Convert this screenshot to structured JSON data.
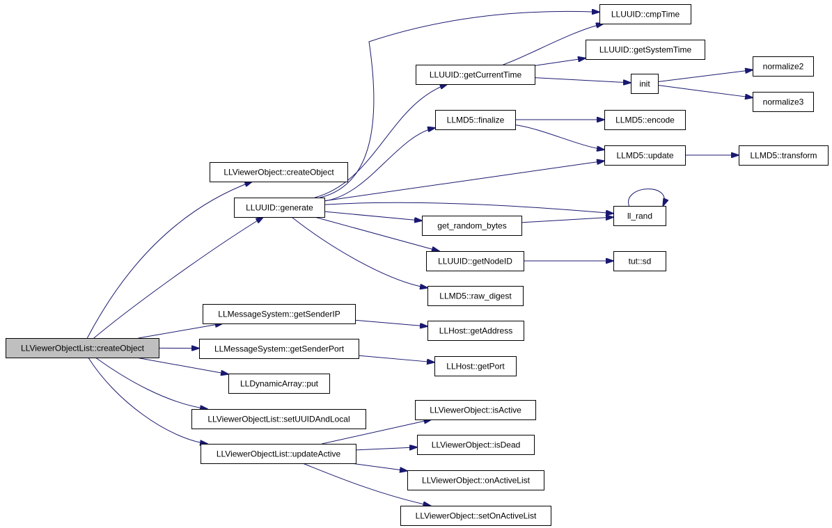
{
  "diagram": {
    "nodes": [
      {
        "id": "root",
        "label": "LLViewerObjectList::createObject",
        "root": true
      },
      {
        "id": "vo_create",
        "label": "LLViewerObject::createObject"
      },
      {
        "id": "uuid_generate",
        "label": "LLUUID::generate"
      },
      {
        "id": "cmpTime",
        "label": "LLUUID::cmpTime"
      },
      {
        "id": "getSystemTime",
        "label": "LLUUID::getSystemTime"
      },
      {
        "id": "getCurrentTime",
        "label": "LLUUID::getCurrentTime"
      },
      {
        "id": "init",
        "label": "init"
      },
      {
        "id": "normalize2",
        "label": "normalize2"
      },
      {
        "id": "normalize3",
        "label": "normalize3"
      },
      {
        "id": "md5_finalize",
        "label": "LLMD5::finalize"
      },
      {
        "id": "md5_encode",
        "label": "LLMD5::encode"
      },
      {
        "id": "md5_update",
        "label": "LLMD5::update"
      },
      {
        "id": "md5_transform",
        "label": "LLMD5::transform"
      },
      {
        "id": "ll_rand",
        "label": "ll_rand"
      },
      {
        "id": "get_random_bytes",
        "label": "get_random_bytes"
      },
      {
        "id": "getNodeID",
        "label": "LLUUID::getNodeID"
      },
      {
        "id": "tut_sd",
        "label": "tut::sd"
      },
      {
        "id": "raw_digest",
        "label": "LLMD5::raw_digest"
      },
      {
        "id": "getSenderIP",
        "label": "LLMessageSystem::getSenderIP"
      },
      {
        "id": "getAddress",
        "label": "LLHost::getAddress"
      },
      {
        "id": "getSenderPort",
        "label": "LLMessageSystem::getSenderPort"
      },
      {
        "id": "getPort",
        "label": "LLHost::getPort"
      },
      {
        "id": "da_put",
        "label": "LLDynamicArray::put"
      },
      {
        "id": "setUUIDAndLocal",
        "label": "LLViewerObjectList::setUUIDAndLocal"
      },
      {
        "id": "updateActive",
        "label": "LLViewerObjectList::updateActive"
      },
      {
        "id": "isActive",
        "label": "LLViewerObject::isActive"
      },
      {
        "id": "isDead",
        "label": "LLViewerObject::isDead"
      },
      {
        "id": "onActiveList",
        "label": "LLViewerObject::onActiveList"
      },
      {
        "id": "setOnActiveList",
        "label": "LLViewerObject::setOnActiveList"
      }
    ],
    "edges": [
      [
        "root",
        "vo_create"
      ],
      [
        "root",
        "uuid_generate"
      ],
      [
        "root",
        "getSenderIP"
      ],
      [
        "root",
        "getSenderPort"
      ],
      [
        "root",
        "da_put"
      ],
      [
        "root",
        "setUUIDAndLocal"
      ],
      [
        "root",
        "updateActive"
      ],
      [
        "uuid_generate",
        "cmpTime"
      ],
      [
        "uuid_generate",
        "getCurrentTime"
      ],
      [
        "uuid_generate",
        "md5_finalize"
      ],
      [
        "uuid_generate",
        "md5_update"
      ],
      [
        "uuid_generate",
        "ll_rand"
      ],
      [
        "uuid_generate",
        "get_random_bytes"
      ],
      [
        "uuid_generate",
        "getNodeID"
      ],
      [
        "uuid_generate",
        "raw_digest"
      ],
      [
        "getCurrentTime",
        "cmpTime"
      ],
      [
        "getCurrentTime",
        "getSystemTime"
      ],
      [
        "getCurrentTime",
        "init"
      ],
      [
        "init",
        "normalize2"
      ],
      [
        "init",
        "normalize3"
      ],
      [
        "md5_finalize",
        "md5_encode"
      ],
      [
        "md5_finalize",
        "md5_update"
      ],
      [
        "md5_update",
        "md5_transform"
      ],
      [
        "ll_rand",
        "ll_rand"
      ],
      [
        "get_random_bytes",
        "ll_rand"
      ],
      [
        "getNodeID",
        "tut_sd"
      ],
      [
        "getSenderIP",
        "getAddress"
      ],
      [
        "getSenderPort",
        "getPort"
      ],
      [
        "updateActive",
        "isActive"
      ],
      [
        "updateActive",
        "isDead"
      ],
      [
        "updateActive",
        "onActiveList"
      ],
      [
        "updateActive",
        "setOnActiveList"
      ]
    ]
  }
}
